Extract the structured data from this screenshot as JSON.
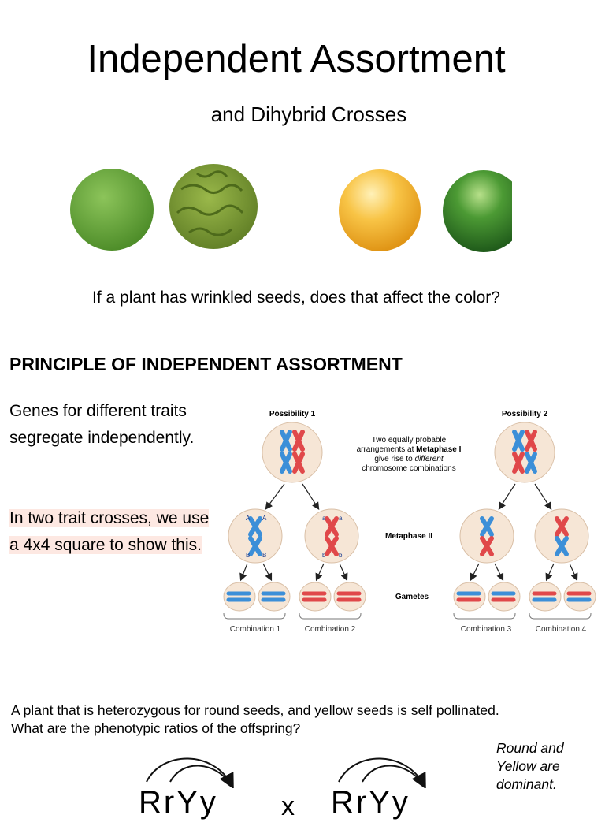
{
  "title": "Independent Assortment",
  "subtitle": "and Dihybrid Crosses",
  "seeds": [
    {
      "name": "round-green-pea",
      "color": "#67a83a"
    },
    {
      "name": "wrinkled-green-pea",
      "color": "#7a9a32"
    },
    {
      "name": "yellow-pea",
      "color": "#f5b82e"
    },
    {
      "name": "green-pea",
      "color": "#2f7a28"
    }
  ],
  "question": "If a plant has wrinkled seeds, does that affect the color?",
  "section_heading": "PRINCIPLE OF INDEPENDENT ASSORTMENT",
  "paragraph1": "Genes for different traits segregate independently.",
  "paragraph2": "In two trait crosses, we use a 4x4 square to show this.",
  "diagram": {
    "possibility1": "Possibility 1",
    "possibility2": "Possibility 2",
    "desc_line1": "Two equally probable",
    "desc_line2_pre": "arrangements at ",
    "desc_line2_bold": "Metaphase I",
    "desc_line3_pre": "give rise to ",
    "desc_line3_ital": "different",
    "desc_line4": "chromosome combinations",
    "metaphase2": "Metaphase II",
    "gametes": "Gametes",
    "combos": [
      "Combination 1",
      "Combination 2",
      "Combination 3",
      "Combination 4"
    ],
    "allele_A": "A",
    "allele_a": "a",
    "allele_B": "B",
    "allele_b": "b"
  },
  "problem_line1": "A plant that is heterozygous for round seeds, and yellow seeds is self pollinated.",
  "problem_line2": "What are the phenotypic ratios of the offspring?",
  "note": "Round and Yellow are dominant.",
  "genotype_left": "RrYy",
  "cross_symbol": "x",
  "genotype_right": "RrYy",
  "colors": {
    "highlight": "#fde8e2",
    "blue_chrom": "#3c8fd8",
    "red_chrom": "#e0484a",
    "cell": "#f6e6d6"
  }
}
